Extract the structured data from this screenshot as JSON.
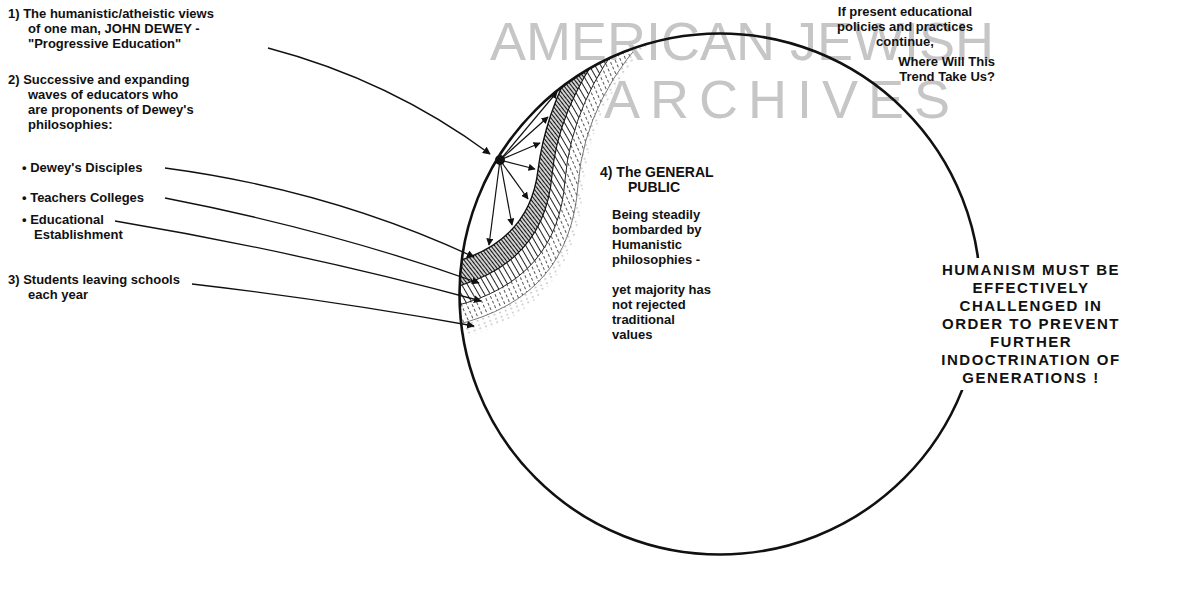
{
  "diagram": {
    "nodes": [
      {
        "text": [
          "4) The GENERAL PUBLIC",
          "Being steadily bombarded by Humanistic philosophies -",
          "yet majority has not rejected traditional values"
        ]
      }
    ],
    "labels": [
      "1) The humanistic/atheistic views of one man, JOHN DEWEY - \"Progressive Education\"",
      "2) Successive and expanding waves of educators who are proponents of Dewey's philosophies:",
      "• Dewey's Disciples",
      "• Teachers Colleges",
      "• Educational Establishment",
      "3) Students leaving schools each year",
      "If present educational policies and practices continue,",
      "Where Will This Trend Take Us?",
      "HUMANISM MUST BE EFFECTIVELY CHALLENGED IN ORDER TO PREVENT FURTHER INDOCTRINATION OF GENERATIONS !",
      "AMERICAN JEWISH",
      "ARCHIVES"
    ]
  }
}
